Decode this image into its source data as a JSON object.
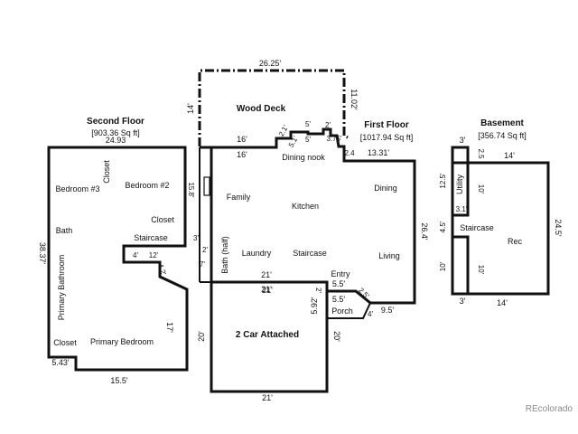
{
  "second_floor": {
    "title": "Second Floor",
    "sqft": "[903.36 Sq ft]",
    "dims": [
      "24.93",
      "38.37'",
      "15.5'",
      "17'",
      "5.43'",
      "4'",
      "12'",
      "4.2'",
      "15.8'",
      "3'",
      "7'",
      "2'"
    ],
    "rooms": [
      "Closet",
      "Bedroom #3",
      "Bedroom #2",
      "Closet",
      "Staircase",
      "Bath",
      "Primary Bathroom",
      "Closet",
      "Primary Bedroom"
    ]
  },
  "first_floor": {
    "title": "First Floor",
    "sqft": "[1017.94 Sq ft]",
    "dims": [
      "16'",
      "16'",
      "13.31'",
      "26.4'",
      "21'",
      "21'",
      "5.5'",
      "5.5'",
      "9.5'",
      "2.5'",
      "4'",
      "5.92'",
      "2'",
      "3.75'",
      "2.4",
      "2.1'",
      "5'",
      "5'",
      "5.1'",
      "2'"
    ],
    "rooms": [
      "Dining nook",
      "Family",
      "Kitchen",
      "Dining",
      "Laundry",
      "Staircase",
      "Living",
      "Bath (half)",
      "Entry",
      "Porch"
    ]
  },
  "deck": {
    "title": "Wood Deck",
    "dims": [
      "26.25'",
      "14'",
      "11.02'"
    ]
  },
  "garage": {
    "title": "2 Car Attached",
    "dims": [
      "21'",
      "20'",
      "20'",
      "21'"
    ]
  },
  "basement": {
    "title": "Basement",
    "sqft": "[356.74 Sq ft]",
    "dims": [
      "3'",
      "14'",
      "2.5",
      "12.5'",
      "10'",
      "3.1'",
      "4.5'",
      "24.5'",
      "10'",
      "10'",
      "3'",
      "14'"
    ],
    "rooms": [
      "Utility",
      "Staircase",
      "Rec"
    ]
  },
  "watermark": "REcolorado"
}
